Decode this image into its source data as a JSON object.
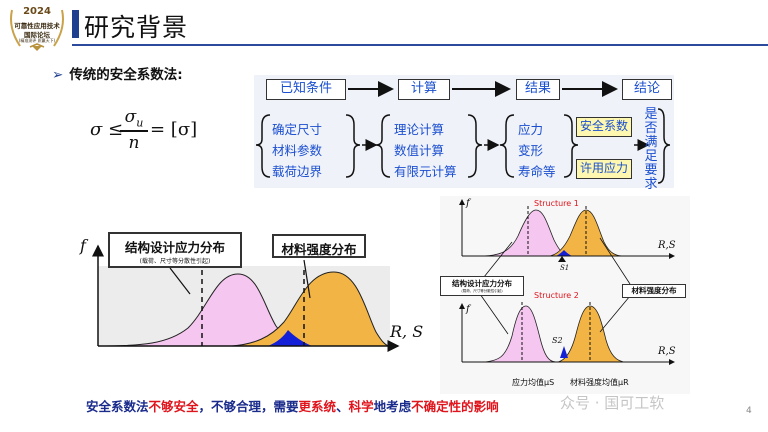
{
  "logo": {
    "year": "2024",
    "line1": "可靠性应用技术",
    "line2": "国际论坛",
    "line3": "(精准测评 质赢天下)"
  },
  "header": {
    "title": "研究背景"
  },
  "section": {
    "heading": "传统的安全系数法:"
  },
  "formula": {
    "lhs": "σ ≤",
    "num": "σ",
    "num_sub": "u",
    "den": "n",
    "rhs": "= [σ]"
  },
  "flow": {
    "headers": [
      "已知条件",
      "计算",
      "结果",
      "结论"
    ],
    "known": [
      "确定尺寸",
      "材料参数",
      "载荷边界"
    ],
    "calc": [
      "理论计算",
      "数值计算",
      "有限元计算"
    ],
    "results": [
      "应力",
      "变形",
      "寿命等"
    ],
    "criteria": [
      "安全系数",
      "许用应力"
    ],
    "conclusion": "是否满足要求"
  },
  "left_chart": {
    "axis_y": "f",
    "axis_x": "R, S",
    "stress_title": "结构设计应力分布",
    "stress_sub": "(载荷、尺寸等分散性引起)",
    "strength_title": "材料强度分布"
  },
  "right_chart": {
    "structure1": "Structure 1",
    "structure2": "Structure 2",
    "axis_y": "f",
    "axis_x": "R,S",
    "s1": "S1",
    "s2": "S2",
    "stress_box": "结构设计应力分布",
    "stress_box_sub": "(载荷、尺寸等分散性引起)",
    "strength_box": "材料强度分布",
    "stress_mean": "应力均值μS",
    "strength_mean": "材料强度均值μR"
  },
  "footer": {
    "p1": "安全系数法",
    "p2": "不够安全",
    "p3": "，不够合理，需要",
    "p4": "更系统",
    "p5": "、",
    "p6": "科学",
    "p7": "地考虑",
    "p8": "不确定性的影响"
  },
  "watermark": "众号 · 国可工软",
  "page_number": "4"
}
